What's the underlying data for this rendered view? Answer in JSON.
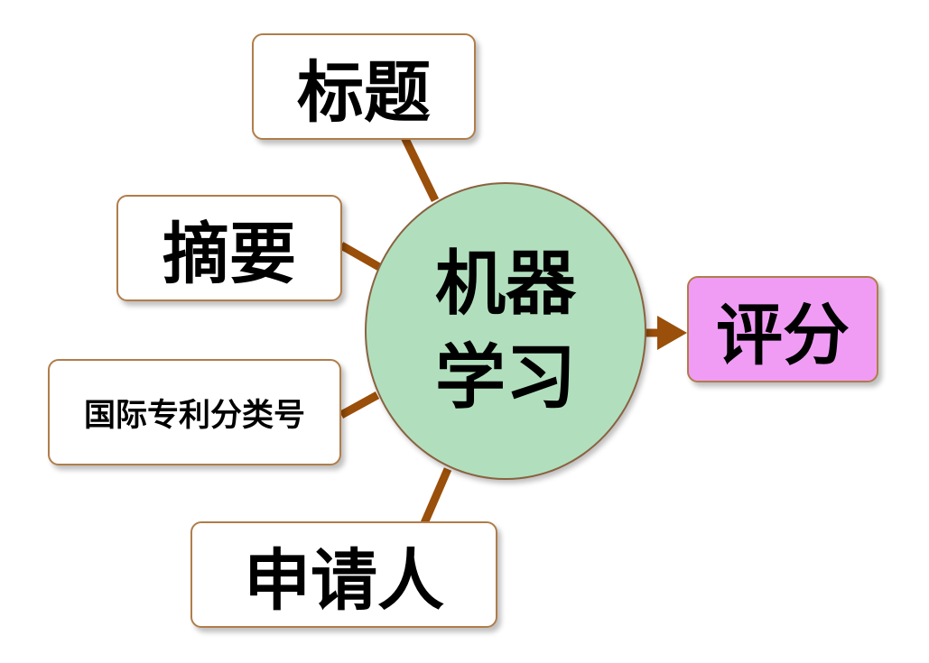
{
  "hub": {
    "line1": "机器",
    "line2": "学习",
    "fill_color": "#b1dfbd"
  },
  "inputs": {
    "title": "标题",
    "abstract": "摘要",
    "ipc": "国际专利分类号",
    "applicant": "申请人"
  },
  "output": {
    "label": "评分",
    "fill_color": "#f09cf5"
  },
  "colors": {
    "connector": "#9a4f0a",
    "box_border": "#b07d4a"
  }
}
